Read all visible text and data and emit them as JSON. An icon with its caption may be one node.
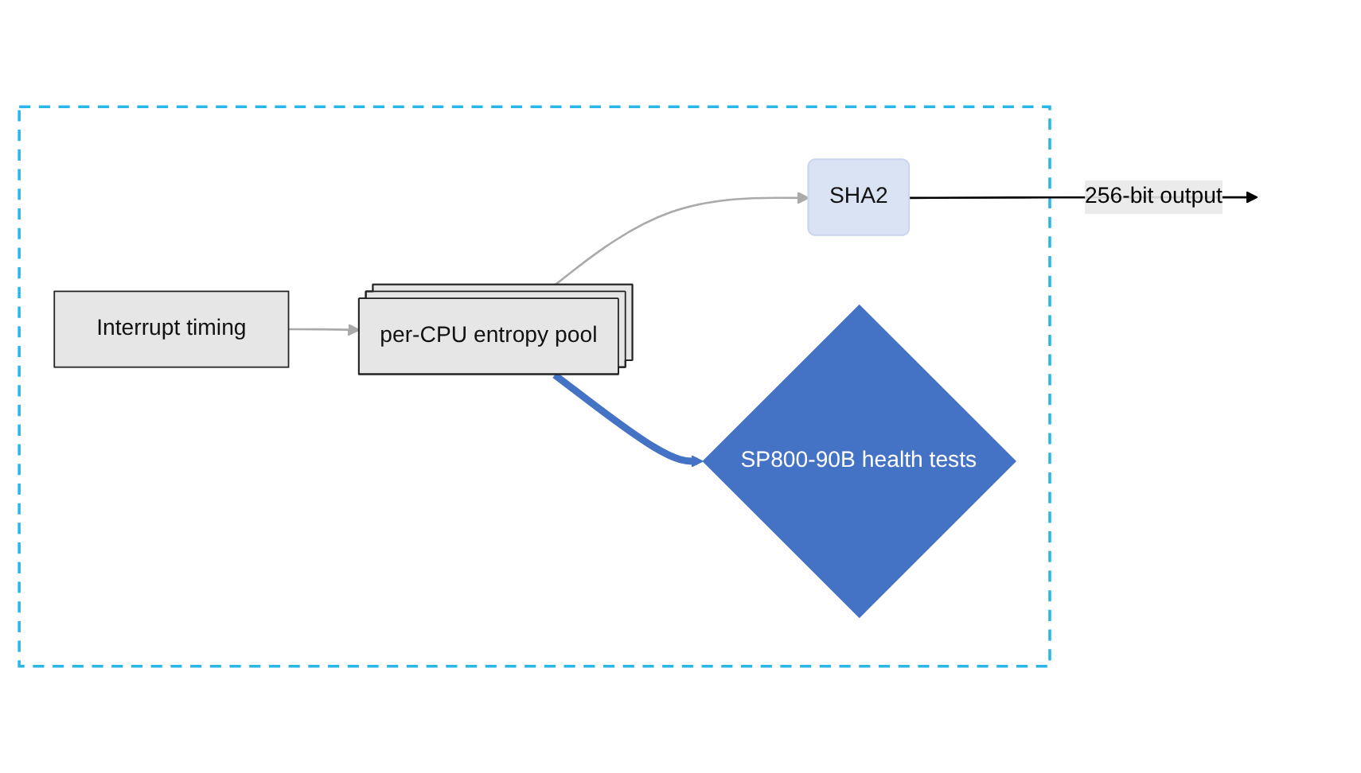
{
  "diagram": {
    "nodes": [
      {
        "text": [],
        "shape": "box"
      },
      {
        "text": [
          "SHA2"
        ],
        "in": 0
      },
      {
        "text": [
          "SP800-90B health tests"
        ],
        "in": 0
      },
      {
        "text": [
          "Interrupt timing"
        ],
        "in": 0
      },
      {
        "text": [
          "per-CPU entropy pool"
        ],
        "in": 0
      }
    ],
    "edges": [
      {
        "from": 3,
        "to": 4,
        "arrow": "to"
      },
      {
        "from": 4,
        "to": 1,
        "arrow": "to"
      },
      {
        "from": 4,
        "to": 2,
        "arrow": "to",
        "style": "thick",
        "color": "#4472c4"
      },
      {
        "from": 1,
        "to": null,
        "arrow": "to",
        "label": "256-bit output",
        "color": "#000000"
      }
    ]
  }
}
